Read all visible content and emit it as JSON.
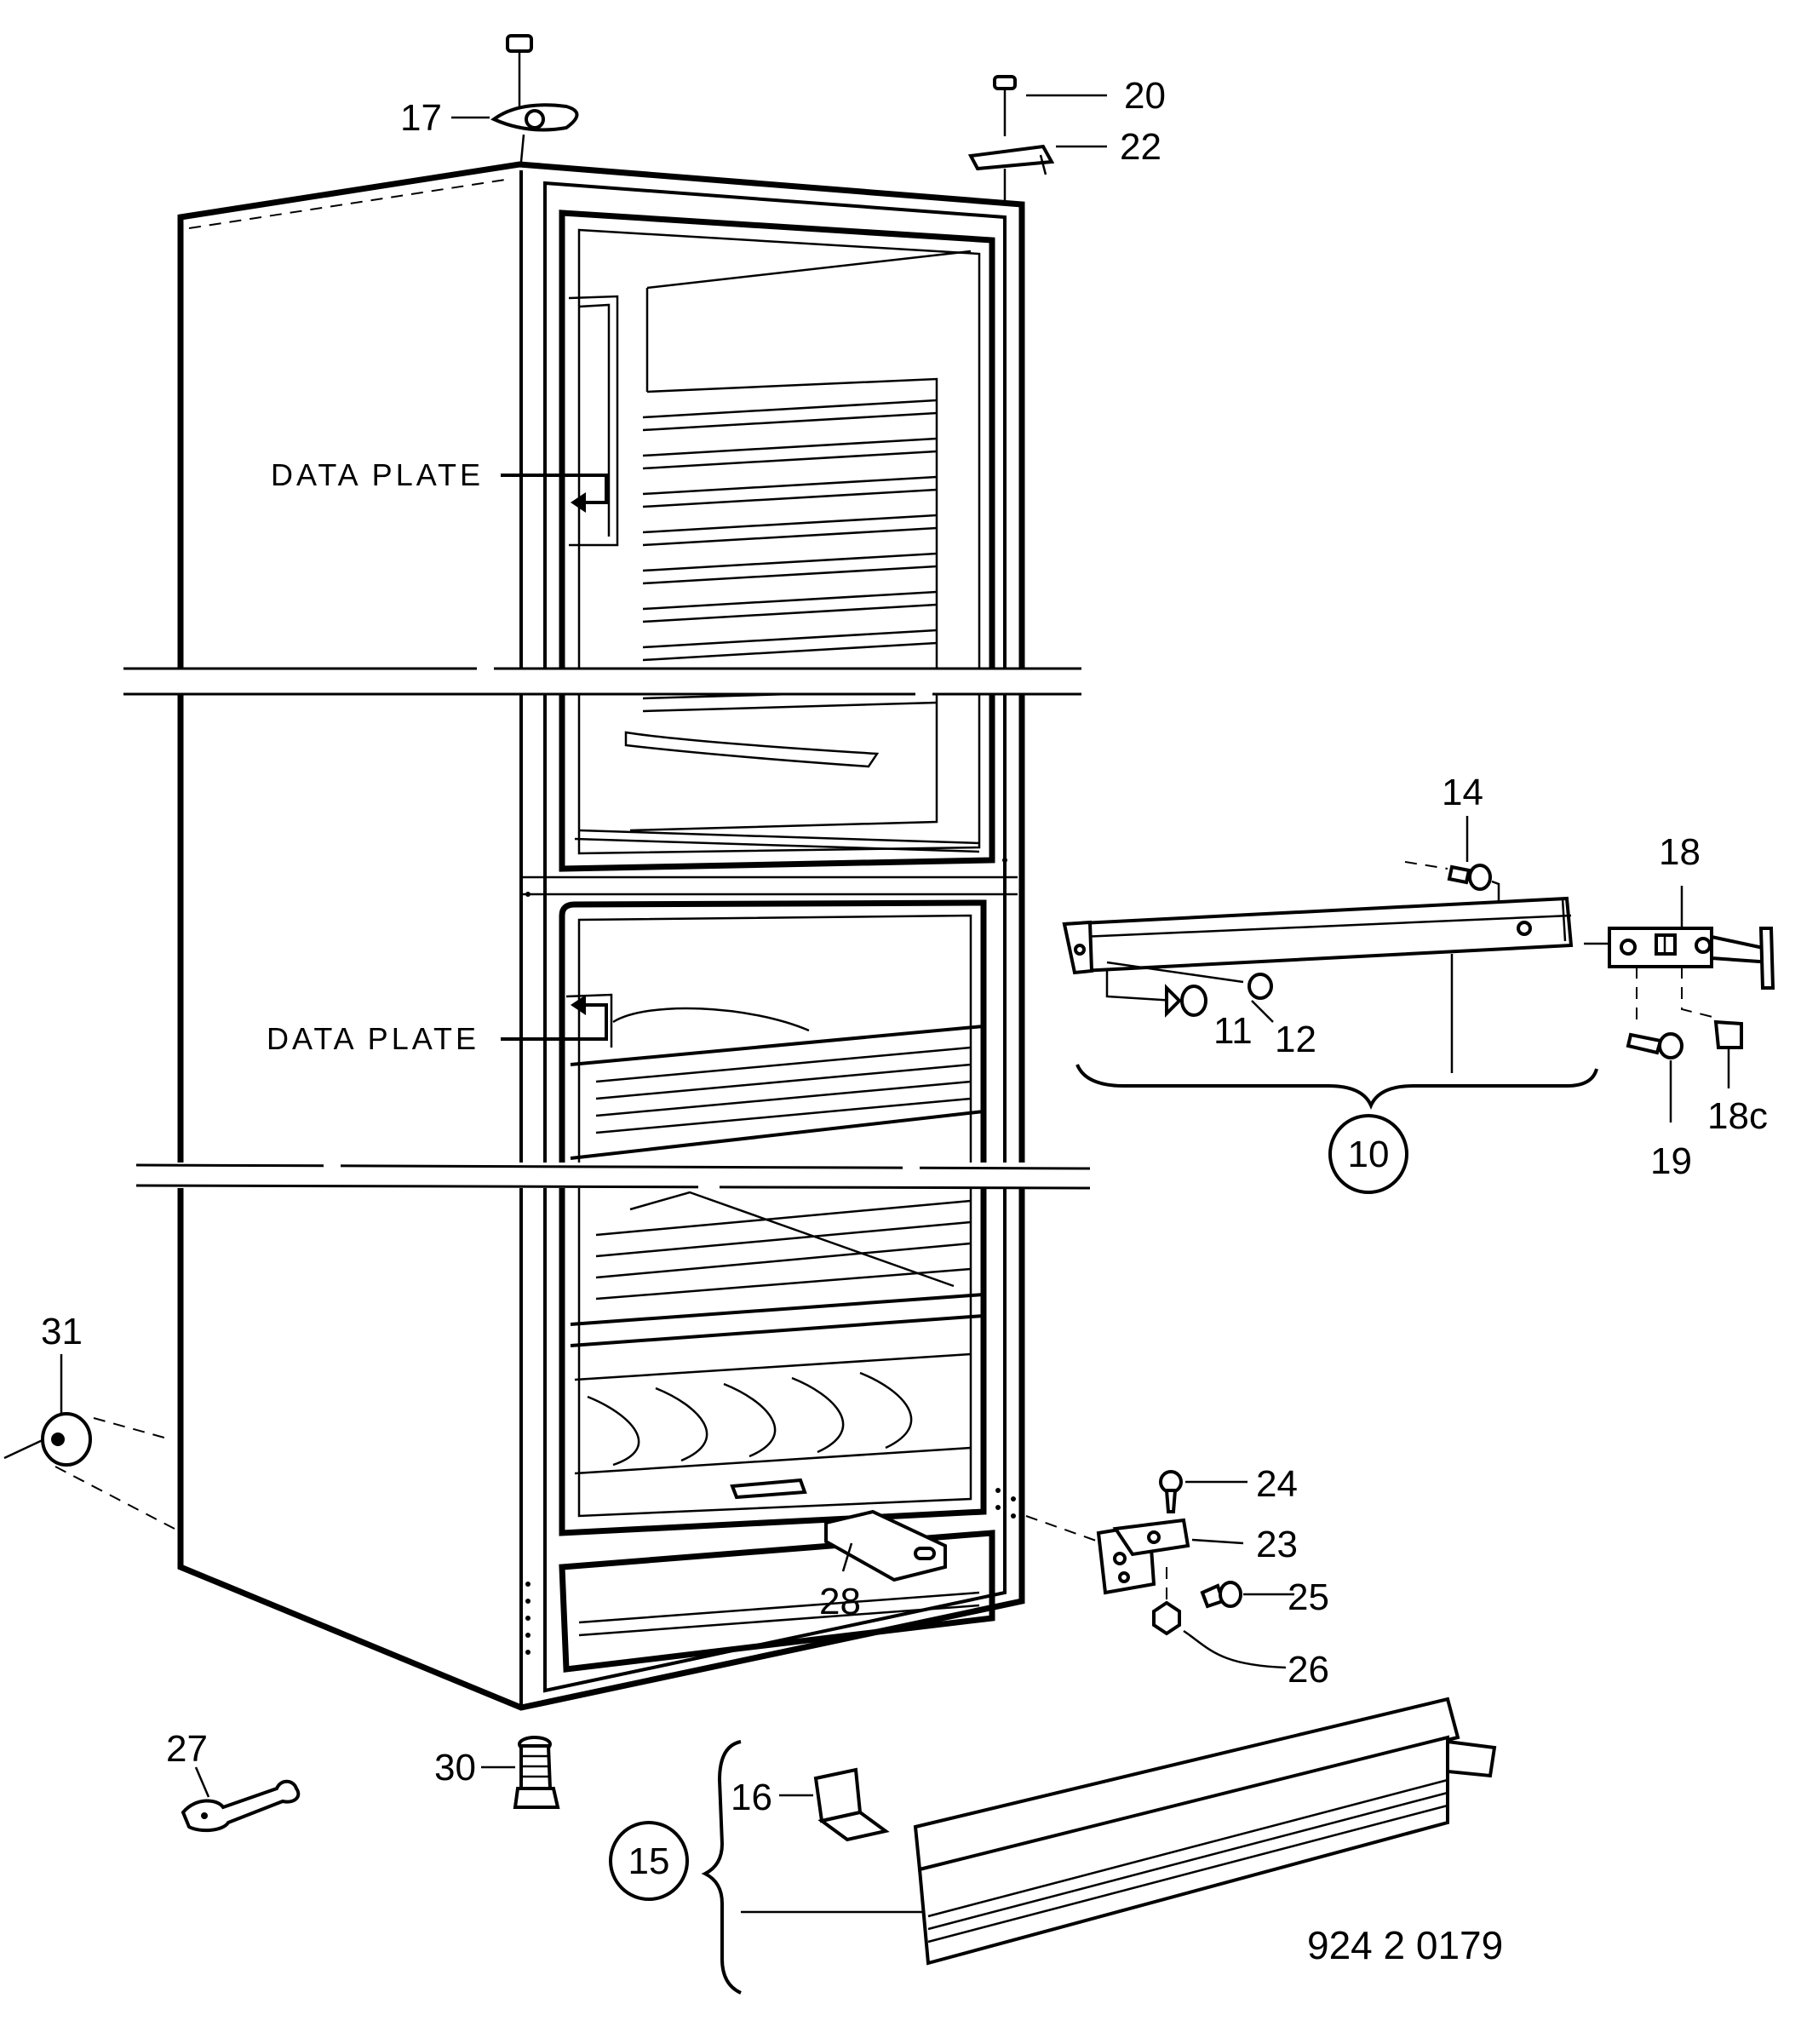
{
  "callouts": {
    "n10": "10",
    "n11": "11",
    "n12": "12",
    "n14": "14",
    "n15": "15",
    "n16": "16",
    "n17": "17",
    "n18": "18",
    "n18c": "18c",
    "n19": "19",
    "n20": "20",
    "n22": "22",
    "n23": "23",
    "n24": "24",
    "n25": "25",
    "n26": "26",
    "n27": "27",
    "n28": "28",
    "n30": "30",
    "n31": "31"
  },
  "labels": {
    "data_plate_upper": "DATA PLATE",
    "data_plate_lower": "DATA PLATE"
  },
  "drawing_number": "924 2 0179"
}
